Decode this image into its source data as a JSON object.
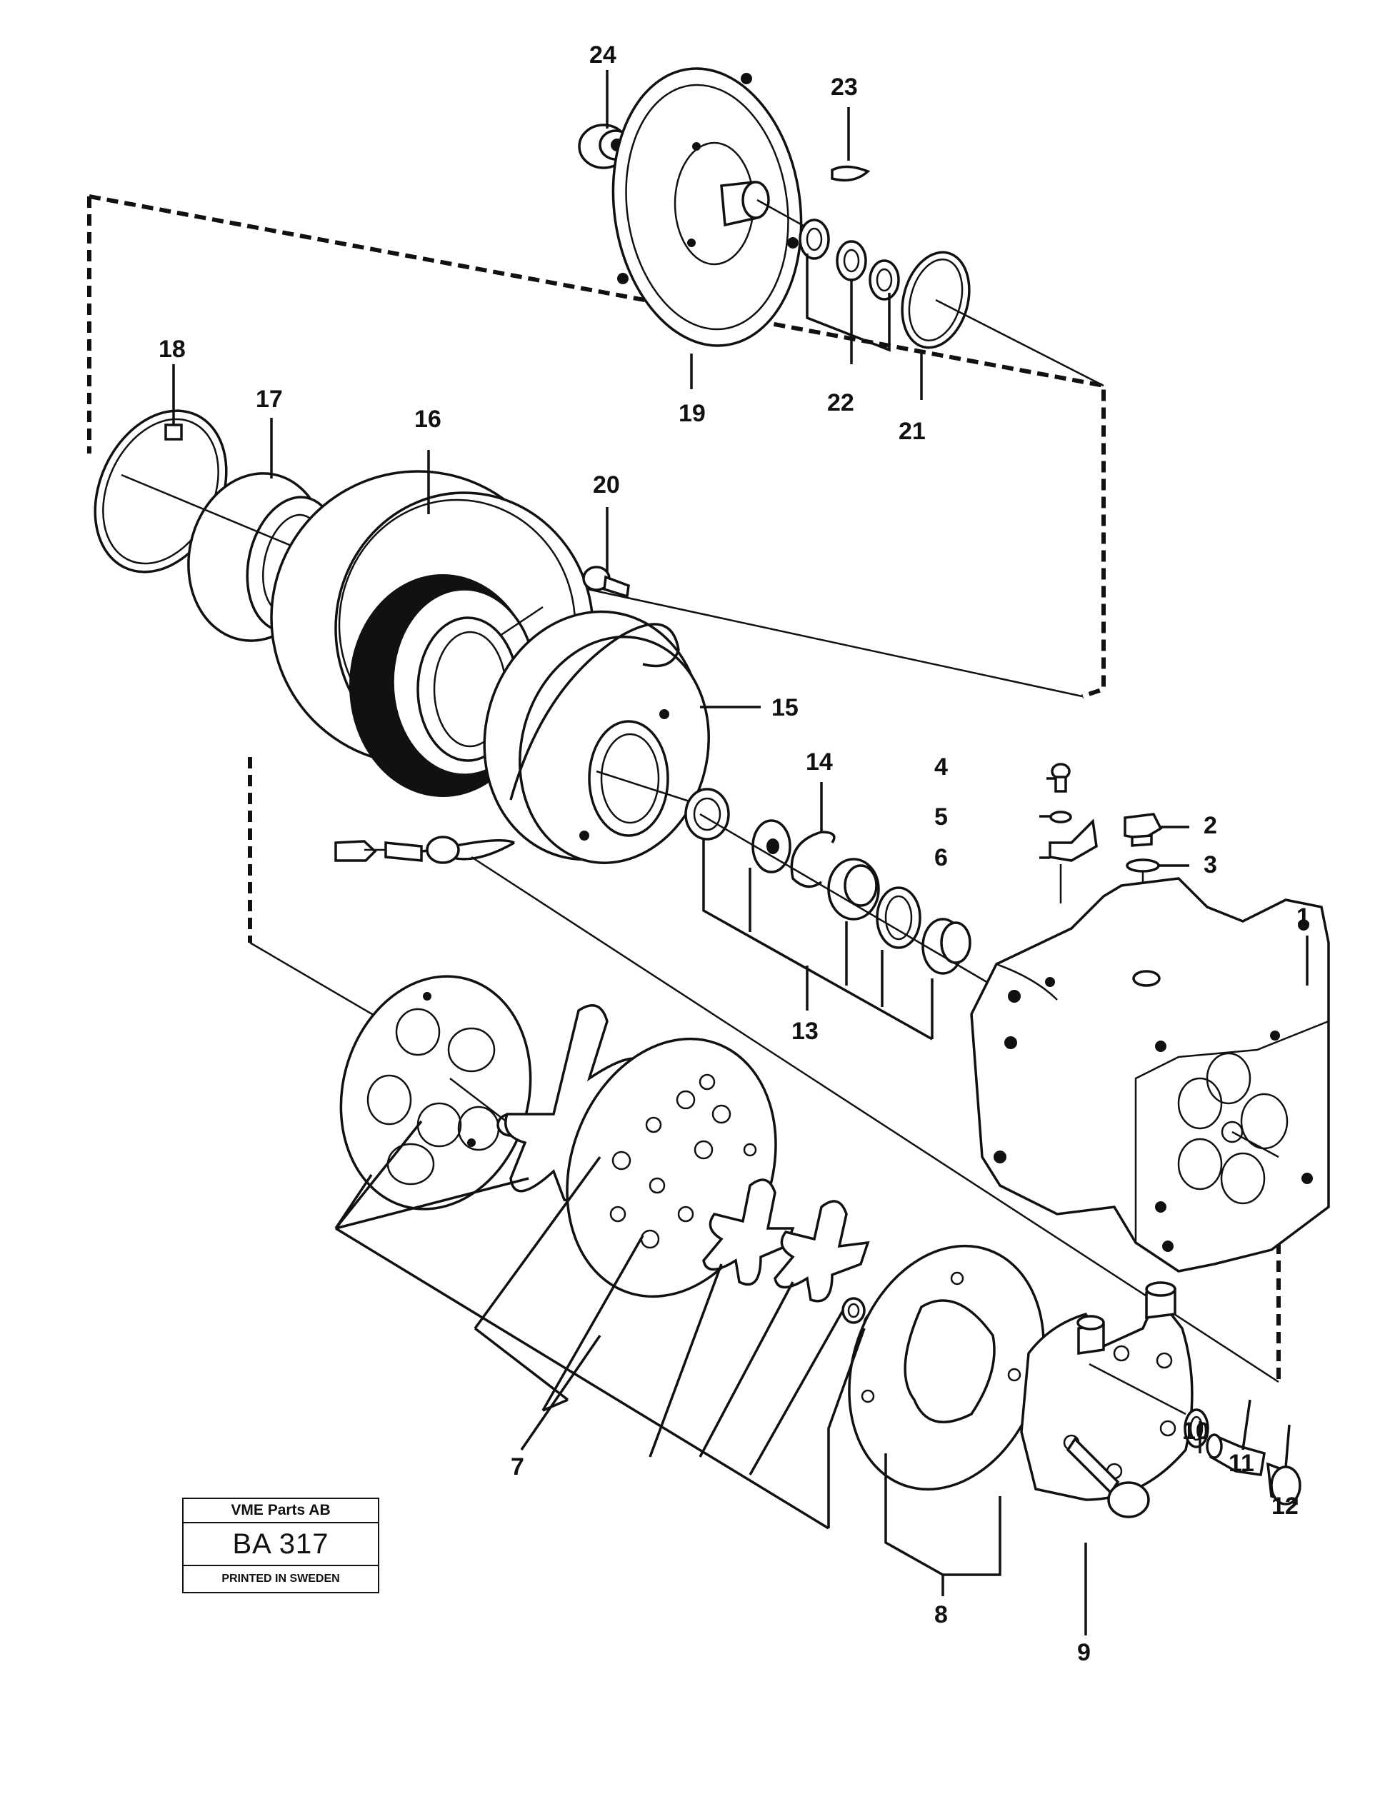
{
  "labels": {
    "l1": "1",
    "l2": "2",
    "l3": "3",
    "l4": "4",
    "l5": "5",
    "l6": "6",
    "l7": "7",
    "l8": "8",
    "l9": "9",
    "l10": "10",
    "l11": "11",
    "l12": "12",
    "l13": "13",
    "l14": "14",
    "l15": "15",
    "l16": "16",
    "l17": "17",
    "l18": "18",
    "l19": "19",
    "l20": "20",
    "l21": "21",
    "l22": "22",
    "l23": "23",
    "l24": "24"
  },
  "title_block": {
    "company": "VME Parts AB",
    "code": "BA 317",
    "printed": "PRINTED IN SWEDEN"
  }
}
